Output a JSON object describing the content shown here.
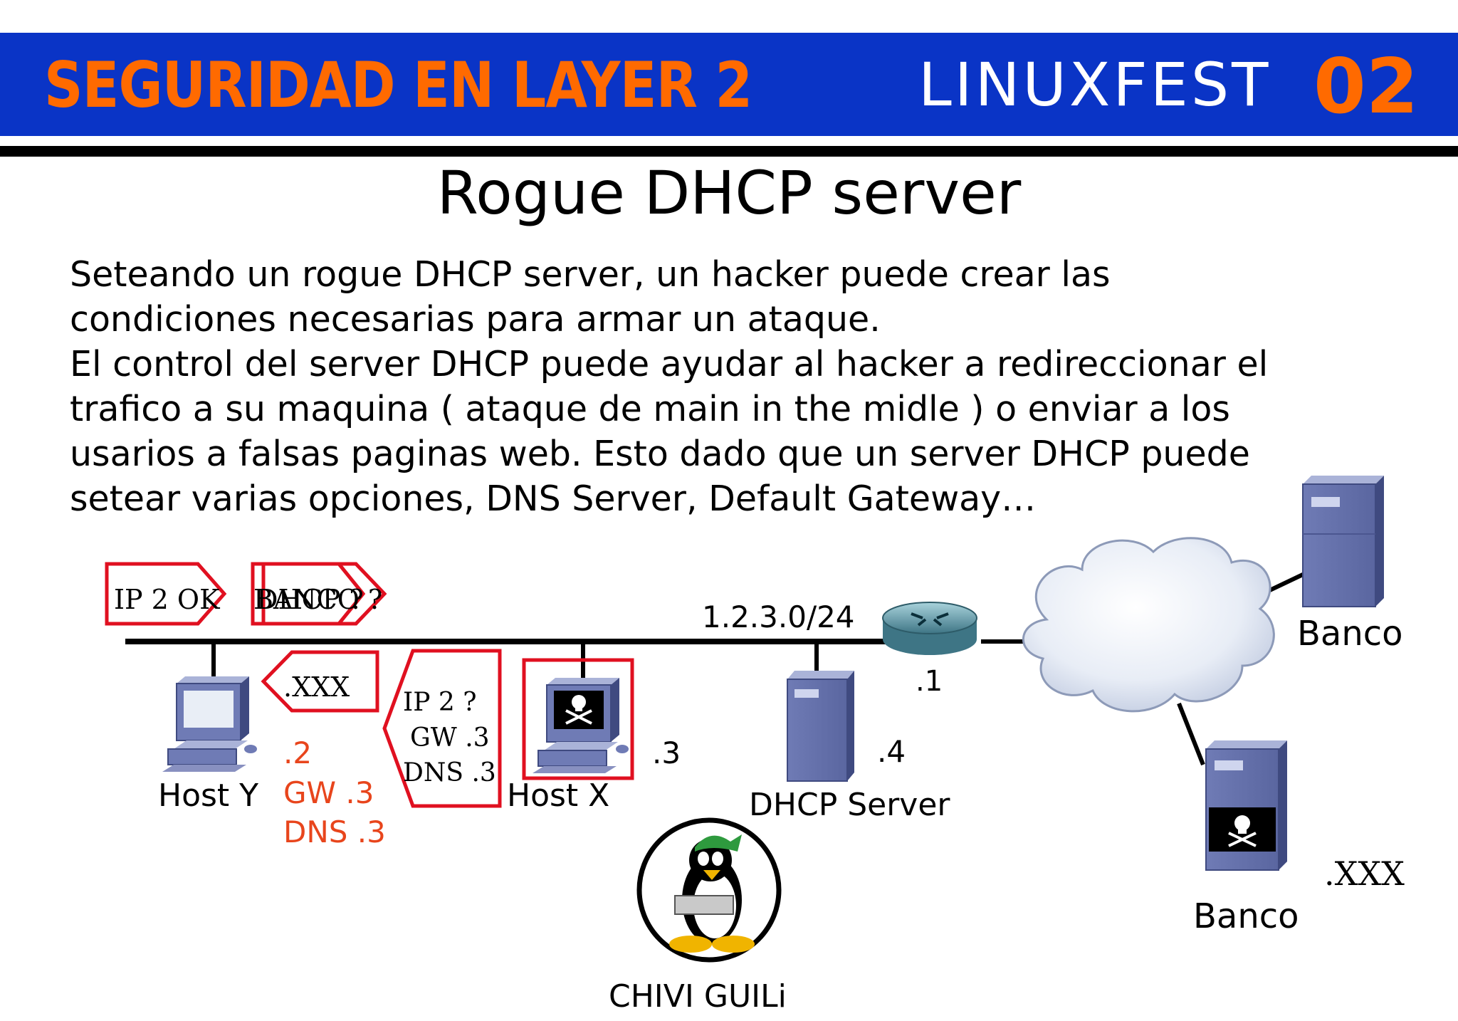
{
  "header": {
    "title": "SEGURIDAD EN LAYER 2",
    "brand": "LINUXFEST",
    "brand_number": "02",
    "colors": {
      "banner": "#0a34c6",
      "accent": "#ff6a00"
    }
  },
  "slide": {
    "title": "Rogue DHCP server",
    "paragraph": [
      "Seteando un rogue DHCP server, un hacker puede crear las",
      "condiciones necesarias para armar un ataque.",
      "El control del server DHCP puede ayudar al hacker a redireccionar el",
      "trafico a su maquina ( ataque de main in the midle ) o enviar a los",
      "usarios a falsas paginas web. Esto dado que un server DHCP puede",
      "setear varias opciones, DNS Server, Default Gateway…"
    ]
  },
  "diagram": {
    "network_label": "1.2.3.0/24",
    "router_suffix": ".1",
    "msg_ip2ok": "IP 2 OK",
    "msg_overlap_a": "BANCO ?",
    "msg_overlap_b": "DHCP ?",
    "msg_xxx": ".XXX",
    "offer": {
      "line1": "IP 2 ?",
      "line2": "GW .3",
      "line3": "DNS .3"
    },
    "host_y": {
      "label": "Host Y",
      "ip": ".2",
      "gw": "GW .3",
      "dns": "DNS .3"
    },
    "host_x": {
      "label": "Host X",
      "ip": ".3"
    },
    "dhcp_server": {
      "label": "DHCP Server",
      "ip": ".4"
    },
    "banco_real": {
      "label": "Banco"
    },
    "banco_fake": {
      "label": "Banco",
      "ip": ".XXX"
    },
    "logo_caption": "CHIVI GUILi"
  }
}
